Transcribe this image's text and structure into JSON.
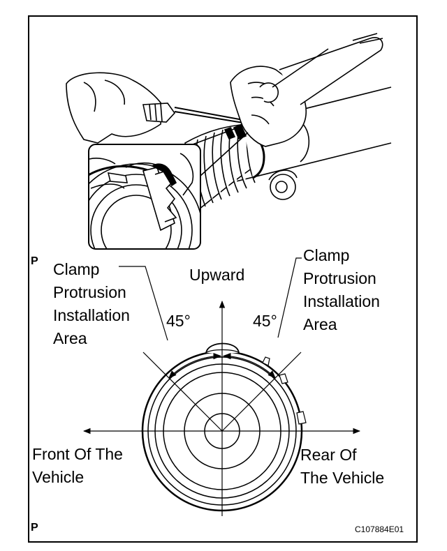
{
  "labels": {
    "upward": "Upward",
    "left_area": [
      "Clamp",
      "Protrusion",
      "Installation",
      "Area"
    ],
    "right_area": [
      "Clamp",
      "Protrusion",
      "Installation",
      "Area"
    ],
    "angle_left": "45°",
    "angle_right": "45°",
    "front": [
      "Front Of The",
      "Vehicle"
    ],
    "rear": [
      "Rear Of",
      "The Vehicle"
    ]
  },
  "markers": {
    "top": "P",
    "bottom": "P"
  },
  "figure_code": "C107884E01"
}
